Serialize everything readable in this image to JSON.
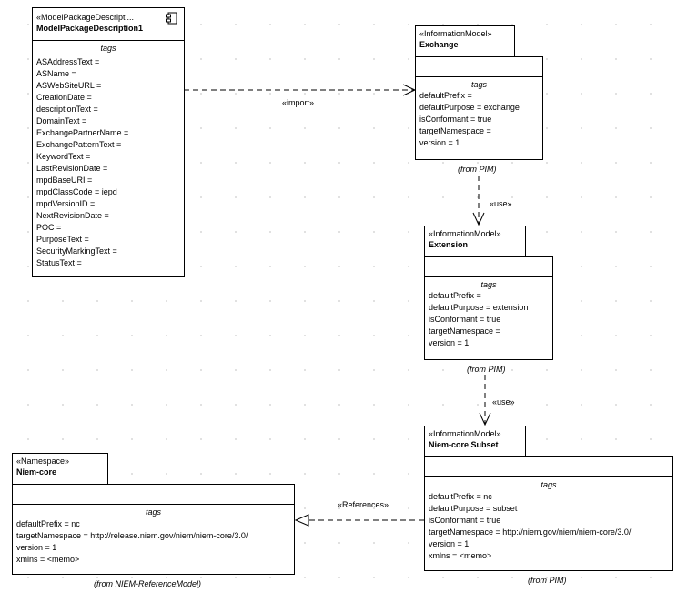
{
  "component": {
    "stereotype": "«ModelPackageDescripti...",
    "name": "ModelPackageDescription1",
    "tags_label": "tags",
    "tags": [
      "ASAddressText =",
      "ASName =",
      "ASWebSiteURL =",
      "CreationDate =",
      "descriptionText =",
      "DomainText =",
      "ExchangePartnerName =",
      "ExchangePatternText =",
      "KeywordText =",
      "LastRevisionDate =",
      "mpdBaseURI =",
      "mpdClassCode = iepd",
      "mpdVersionID =",
      "NextRevisionDate =",
      "POC =",
      "PurposeText =",
      "SecurityMarkingText =",
      "StatusText ="
    ],
    "icon": "component-icon"
  },
  "exchange": {
    "stereotype": "«InformationModel»",
    "name": "Exchange",
    "tags_label": "tags",
    "tags": [
      "defaultPrefix =",
      "defaultPurpose = exchange",
      "isConformant = true",
      "targetNamespace =",
      "version = 1"
    ],
    "from": "(from PIM)"
  },
  "extension": {
    "stereotype": "«InformationModel»",
    "name": "Extension",
    "tags_label": "tags",
    "tags": [
      "defaultPrefix =",
      "defaultPurpose = extension",
      "isConformant = true",
      "targetNamespace =",
      "version = 1"
    ],
    "from": "(from PIM)"
  },
  "subset": {
    "stereotype": "«InformationModel»",
    "name": "Niem-core Subset",
    "tags_label": "tags",
    "tags": [
      "defaultPrefix = nc",
      "defaultPurpose = subset",
      "isConformant = true",
      "targetNamespace = http://niem.gov/niem/niem-core/3.0/",
      "version = 1",
      "xmlns = <memo>"
    ],
    "from": "(from PIM)"
  },
  "niemcore": {
    "stereotype": "«Namespace»",
    "name": "Niem-core",
    "tags_label": "tags",
    "tags": [
      "defaultPrefix = nc",
      "targetNamespace = http://release.niem.gov/niem/niem-core/3.0/",
      "version = 1",
      "xmlns = <memo>"
    ],
    "from": "(from NIEM-ReferenceModel)"
  },
  "edges": {
    "import_label": "«import»",
    "use1_label": "«use»",
    "use2_label": "«use»",
    "references_label": "«References»"
  }
}
